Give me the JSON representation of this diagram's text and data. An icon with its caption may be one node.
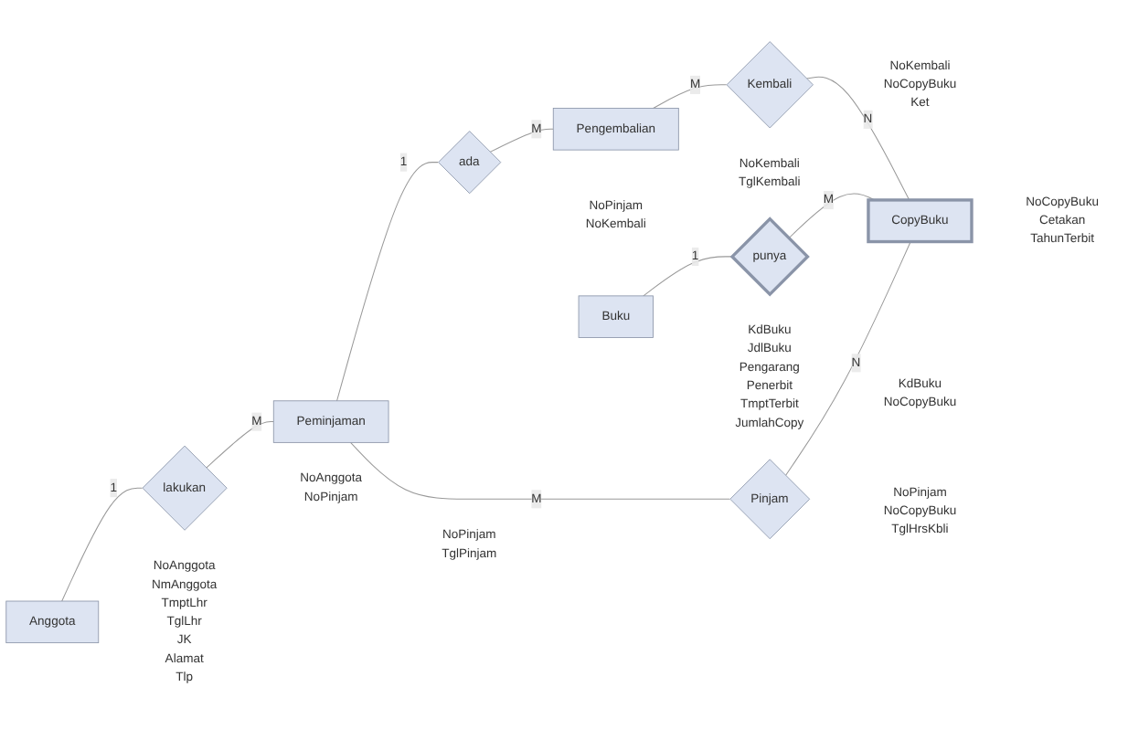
{
  "diagram": {
    "nodes": [
      {
        "text": [
          "Anggota"
        ],
        "beside": [
          "NoAnggota",
          "NmAnggota",
          "TmptLhr",
          "TglLhr",
          "JK",
          "Alamat",
          "Tlp"
        ]
      },
      {
        "text": [
          "lakukan"
        ],
        "beside": [
          "NoAnggota",
          "NoPinjam"
        ]
      },
      {
        "text": [
          "Peminjaman"
        ],
        "beside": [
          "NoPinjam",
          "TglPinjam"
        ]
      },
      {
        "text": [
          "ada"
        ],
        "beside": [
          "NoPinjam",
          "NoKembali"
        ]
      },
      {
        "text": [
          "Pengembalian"
        ],
        "beside": [
          "NoKembali",
          "TglKembali"
        ]
      },
      {
        "text": [
          "Pinjam"
        ],
        "beside": [
          "NoPinjam",
          "NoCopyBuku",
          "TglHrsKbli"
        ]
      },
      {
        "text": [
          "Kembali"
        ],
        "beside": [
          "NoKembali",
          "NoCopyBuku",
          "Ket"
        ]
      },
      {
        "text": [
          "Buku"
        ],
        "beside": [
          "KdBuku",
          "JdlBuku",
          "Pengarang",
          "Penerbit",
          "TmptTerbit",
          "JumlahCopy"
        ]
      },
      {
        "text": [
          "punya"
        ],
        "beside": [
          "KdBuku",
          "NoCopyBuku"
        ]
      },
      {
        "text": [
          "CopyBuku"
        ],
        "beside": [
          "NoCopyBuku",
          "Cetakan",
          "TahunTerbit"
        ]
      }
    ],
    "edges": [
      {
        "from": 0,
        "to": 1,
        "arrow": "none",
        "label": "1"
      },
      {
        "from": 1,
        "to": 2,
        "arrow": "none",
        "label": "M"
      },
      {
        "from": 2,
        "to": 3,
        "arrow": "none",
        "label": "1"
      },
      {
        "from": 3,
        "to": 4,
        "arrow": "none",
        "label": "M"
      },
      {
        "from": 2,
        "to": 5,
        "arrow": "none",
        "label": "M"
      },
      {
        "from": 5,
        "to": 9,
        "arrow": "none",
        "label": "N"
      },
      {
        "from": 4,
        "to": 6,
        "arrow": "none",
        "label": "M"
      },
      {
        "from": 6,
        "to": 9,
        "arrow": "none",
        "label": "N"
      },
      {
        "from": 7,
        "to": 8,
        "arrow": "none",
        "label": "1"
      },
      {
        "from": 8,
        "to": 9,
        "arrow": "none",
        "label": "M"
      }
    ]
  }
}
